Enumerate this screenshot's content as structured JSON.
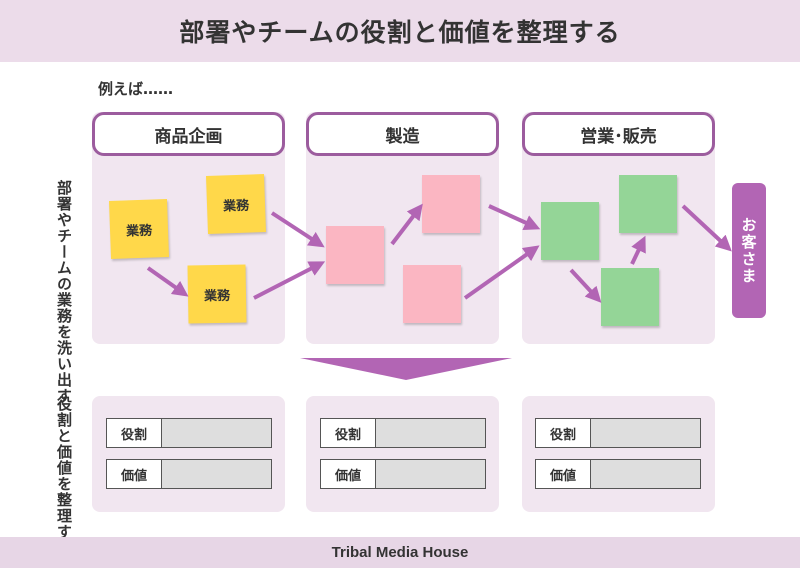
{
  "title": "部署やチームの役割と価値を整理する",
  "example_label": "例えば……",
  "side_labels": {
    "top": "部署やチームの業務を洗い出す",
    "bottom": "役割と価値を整理する"
  },
  "departments": [
    {
      "name": "商品企画",
      "notes": [
        "業務",
        "業務"
      ]
    },
    {
      "name": "製造"
    },
    {
      "name": "営業･販売"
    }
  ],
  "customer": "お客さま",
  "rows": {
    "role": "役割",
    "value": "価値"
  },
  "footer": "Tribal Media House",
  "colors": {
    "title_bg": "#ecdcea",
    "panel_bg": "#f1e6f0",
    "accent_purple": "#b265b4",
    "header_border": "#9c5c9e",
    "note_yellow": "#ffd84a",
    "note_pink": "#fbb6c2",
    "note_green": "#94d597"
  }
}
